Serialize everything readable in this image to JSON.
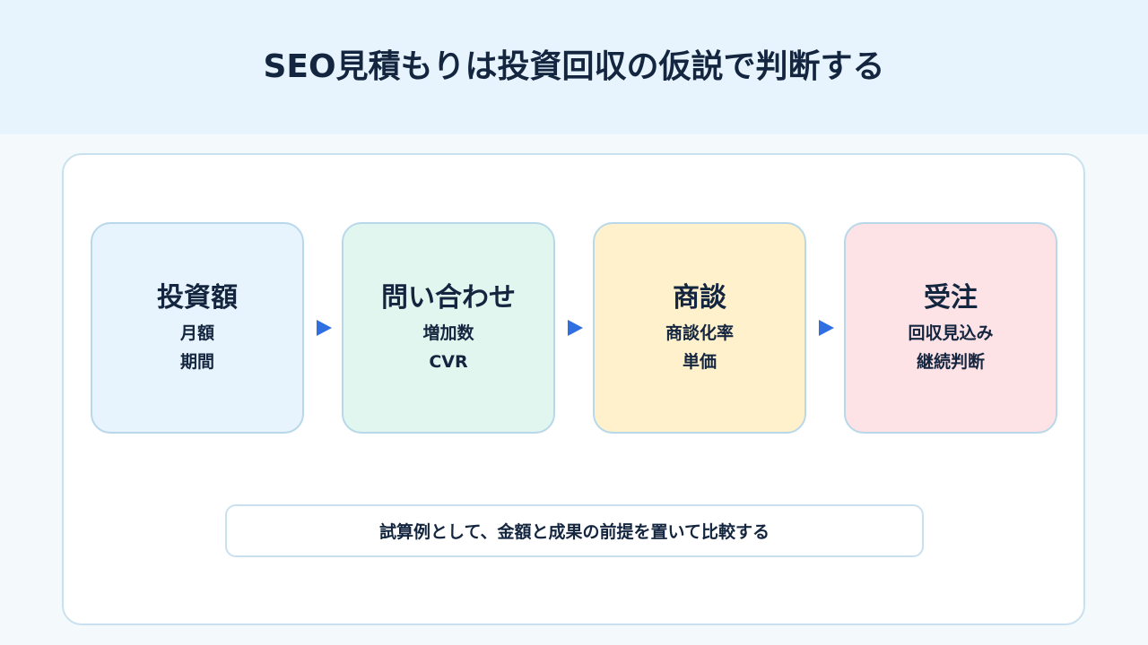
{
  "title": "SEO見積もりは投資回収の仮説で判断する",
  "colors": {
    "header_bg": "#e7f4fd",
    "text": "#14263f",
    "arrow": "#2f6fe0",
    "step1_bg": "#e8f4fd",
    "step2_bg": "#e0f6ef",
    "step3_bg": "#fff1cc",
    "step4_bg": "#fde2e6"
  },
  "steps": [
    {
      "title": "投資額",
      "lines": [
        "月額",
        "期間"
      ]
    },
    {
      "title": "問い合わせ",
      "lines": [
        "増加数",
        "CVR"
      ]
    },
    {
      "title": "商談",
      "lines": [
        "商談化率",
        "単価"
      ]
    },
    {
      "title": "受注",
      "lines": [
        "回収見込み",
        "継続判断"
      ]
    }
  ],
  "note": "試算例として、金額と成果の前提を置いて比較する"
}
